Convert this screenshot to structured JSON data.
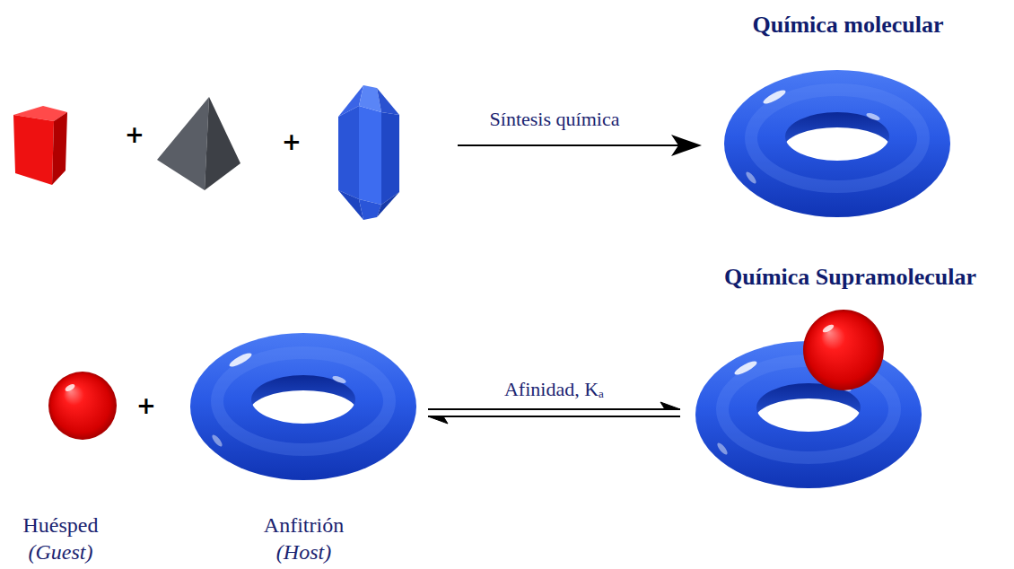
{
  "diagram": {
    "nodes": [
      {
        "text": [
          "Química molecular"
        ]
      },
      {
        "text": [
          "Huésped",
          "(Guest)"
        ]
      },
      {
        "text": [
          "Anfitrión",
          "(Host)"
        ]
      },
      {
        "text": [
          "Química Supramolecular"
        ]
      }
    ],
    "edges": [
      {
        "from": 2,
        "to": 3,
        "arrow": "both",
        "label": "Afinidad, Kₐ"
      }
    ],
    "labels": [
      "+",
      "+",
      "Síntesis química",
      "+"
    ]
  }
}
